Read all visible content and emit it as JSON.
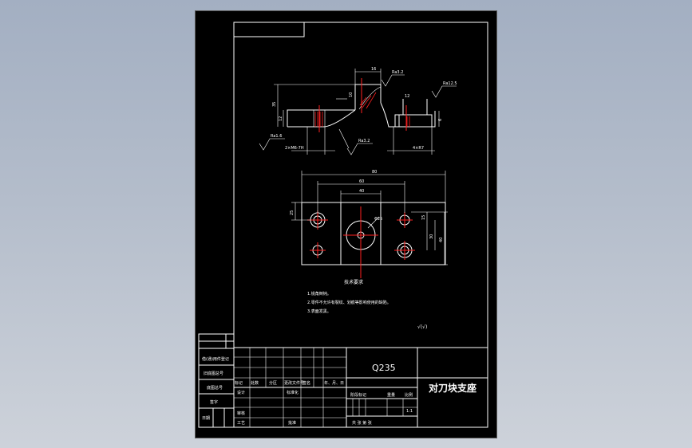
{
  "drawing": {
    "title_material": "Q235",
    "part_name": "对刀块支座",
    "scale": "1:1",
    "sheet_info": "共  张  第  张",
    "tech_title": "技术要求",
    "tech_notes": [
      "1.锐角倒钝。",
      "2.零件不允许有裂纹、划痕等影响使用的缺陷。",
      "3.表面发黑。"
    ],
    "roughness_general": "√(√)",
    "title_block": {
      "col_headers": [
        "标记",
        "处数",
        "分区",
        "更改文件号",
        "签名",
        "年、月、日"
      ],
      "row_design": "设计",
      "row_standard": "标准化",
      "row_check": "审核",
      "row_process": "工艺",
      "row_approve": "批准",
      "stage_headers": [
        "阶段标记",
        "重量",
        "比例"
      ]
    },
    "left_strip": [
      "借(通)用件登记",
      "旧底图总号",
      "底图总号",
      "签字",
      "日期"
    ],
    "dims_front": {
      "top_width": "16",
      "roughness_1": "Ra3.2",
      "roughness_2": "Ra12.5",
      "roughness_3": "Ra1.6",
      "roughness_4": "Ra3.2",
      "height_total": "35",
      "height_step": "12",
      "depth": "10",
      "hole_note_1": "2×M6-7H",
      "hole_note_2": "4×R7",
      "small_dim": "12",
      "right_dim": "6"
    },
    "dims_top": {
      "overall_width": "80",
      "hole_spacing": "60",
      "center_span": "40",
      "left_height": "25",
      "right_height_1": "15",
      "right_height_2": "30",
      "right_height_3": "40",
      "center_dia": "Φ25"
    }
  }
}
